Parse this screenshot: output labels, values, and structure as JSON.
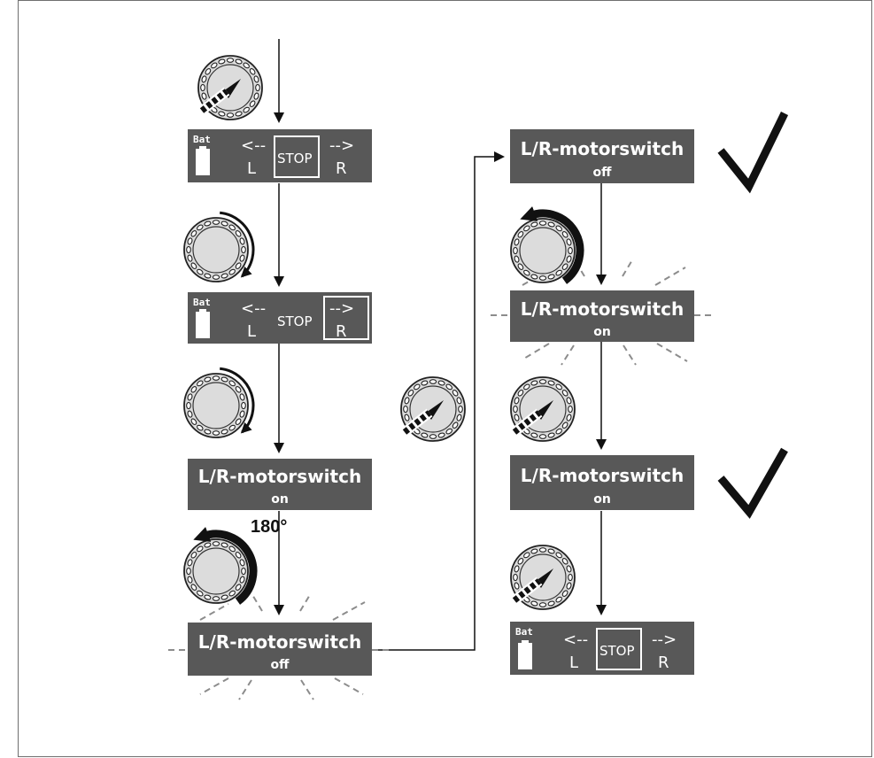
{
  "colors": {
    "display_background": "#585858",
    "display_text": "#ffffff",
    "knob_fill": "#dcdcdc",
    "arrow": "#111111",
    "blink_rays": "#8c8c8c",
    "frame_border": "#6f6f6f"
  },
  "icons": {
    "knob": "rotary-knob-icon",
    "press": "press-arrow-icon",
    "rotate": "rotate-arrow-icon",
    "check": "check-mark-icon",
    "battery": "battery-icon"
  },
  "labels": {
    "battery": "Bat",
    "left_arrow": "<--",
    "right_arrow": "-->",
    "left": "L",
    "right": "R",
    "stop": "STOP",
    "motorswitch": "L/R-motorswitch",
    "state_on": "on",
    "state_off": "off",
    "rotation_angle": "180°"
  },
  "status_displays": [
    {
      "id": "status-1",
      "highlight": "stop"
    },
    {
      "id": "status-2",
      "highlight": "right"
    },
    {
      "id": "status-3",
      "highlight": "stop"
    }
  ],
  "motorswitch_displays": [
    {
      "id": "ms-1",
      "state": "on",
      "blinking": false
    },
    {
      "id": "ms-2",
      "state": "off",
      "blinking": true
    },
    {
      "id": "ms-3",
      "state": "off",
      "blinking": false
    },
    {
      "id": "ms-4",
      "state": "on",
      "blinking": true
    },
    {
      "id": "ms-5",
      "state": "on",
      "blinking": false
    }
  ],
  "knob_actions": [
    {
      "id": "press-1",
      "action": "press"
    },
    {
      "id": "turn-1",
      "action": "rotate-clockwise"
    },
    {
      "id": "turn-2",
      "action": "rotate-clockwise"
    },
    {
      "id": "turn-180",
      "action": "rotate-counterclockwise",
      "angle_label": "180°"
    },
    {
      "id": "press-2",
      "action": "press"
    },
    {
      "id": "turn-3",
      "action": "rotate-counterclockwise"
    },
    {
      "id": "press-3",
      "action": "press"
    },
    {
      "id": "press-4",
      "action": "press"
    }
  ],
  "confirmations": [
    {
      "id": "check-1",
      "meaning": "confirmed off"
    },
    {
      "id": "check-2",
      "meaning": "confirmed on"
    }
  ]
}
